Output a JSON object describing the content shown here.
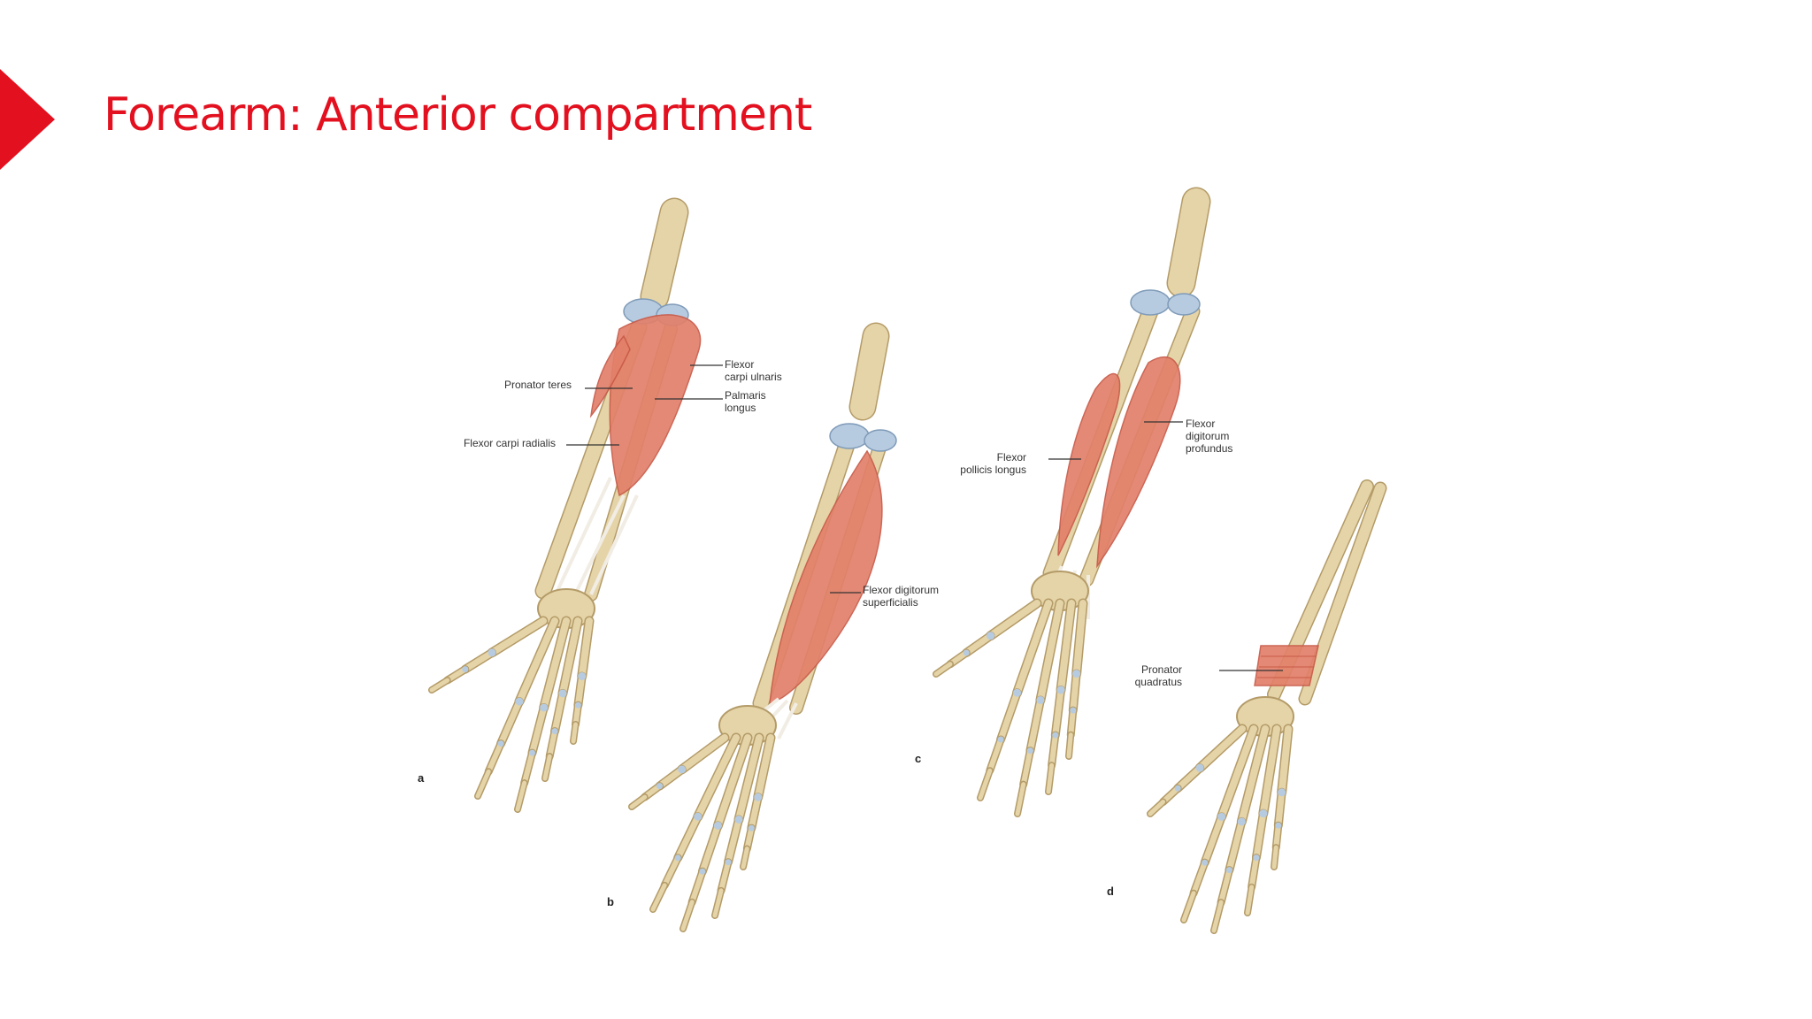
{
  "slide": {
    "title": "Forearm: Anterior compartment",
    "accent_color": "#e3101f"
  },
  "figure": {
    "colors": {
      "bone": "#e5d4a8",
      "bone_edge": "#b49b68",
      "muscle": "#e2806a",
      "muscle_dark": "#c85a48",
      "cartilage": "#b7cbe0",
      "tendon": "#f1ede4"
    },
    "panels": [
      {
        "letter": "a",
        "labels": [
          "Pronator teres",
          "Flexor carpi radialis",
          "Flexor\ncarpi ulnaris",
          "Palmaris\nlongus"
        ]
      },
      {
        "letter": "b",
        "labels": [
          "Flexor digitorum\nsuperficialis"
        ]
      },
      {
        "letter": "c",
        "labels": [
          "Flexor\npollicis longus",
          "Flexor\ndigitorum\nprofundus"
        ]
      },
      {
        "letter": "d",
        "labels": [
          "Pronator\nquadratus"
        ]
      }
    ]
  }
}
